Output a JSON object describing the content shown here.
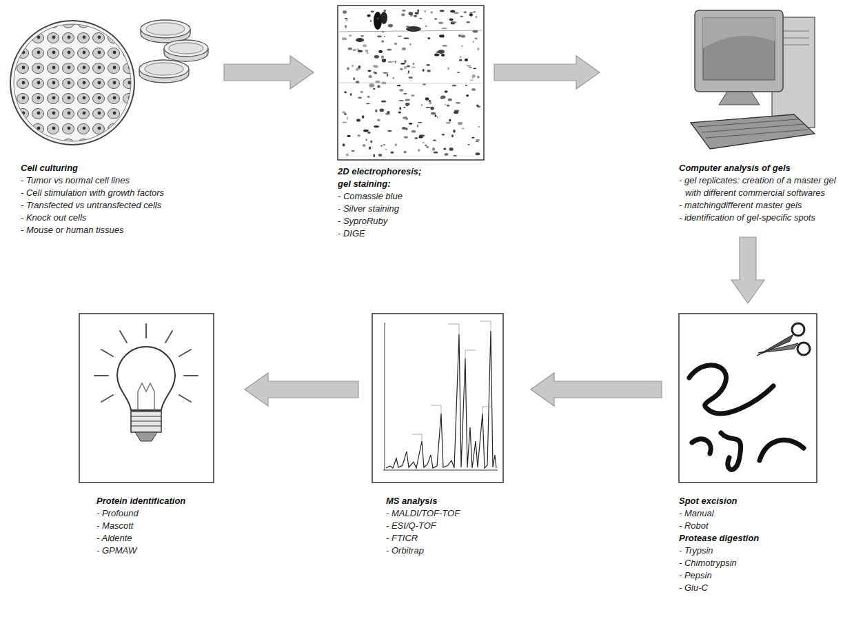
{
  "diagram": {
    "nodes": [
      {
        "text": [
          "Cell culturing",
          "- Tumor vs normal cell lines",
          "- Cell stimulation with growth factors",
          "- Transfected vs untransfected cells",
          "- Knock out cells",
          "- Mouse or human tissues"
        ]
      },
      {
        "text": [
          "2D electrophoresis; gel staining:",
          "- Comassie blue",
          "- Silver staining",
          "- SyproRuby",
          "- DIGE"
        ]
      },
      {
        "text": [
          "Computer analysis of gels",
          "- gel replicates: creation of a master gel with different commercial softwares",
          "- matchingdifferent master gels",
          "- identification of gel-specific spots"
        ]
      },
      {
        "text": [
          "Spot excision",
          "- Manual",
          "- Robot",
          "Protease digestion",
          "- Trypsin",
          "- Chimotrypsin",
          "- Pepsin",
          "- Glu-C"
        ]
      },
      {
        "text": [
          "MS analysis",
          "- MALDI/TOF-TOF",
          "- ESI/Q-TOF",
          "- FTICR",
          "- Orbitrap"
        ]
      },
      {
        "text": [
          "Protein identification",
          "- Profound",
          "- Mascott",
          "- Aldente",
          "- GPMAW"
        ]
      }
    ],
    "edges": [
      {
        "from": 0,
        "to": 1,
        "arrow": "to"
      },
      {
        "from": 1,
        "to": 2,
        "arrow": "to"
      },
      {
        "from": 2,
        "to": 3,
        "arrow": "to"
      },
      {
        "from": 3,
        "to": 4,
        "arrow": "to"
      },
      {
        "from": 4,
        "to": 5,
        "arrow": "to"
      }
    ]
  }
}
